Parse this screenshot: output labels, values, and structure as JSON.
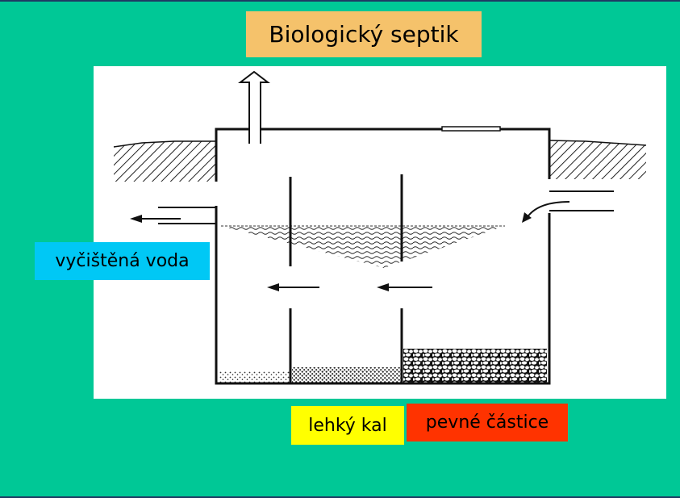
{
  "title": "Biologický septik",
  "labels": {
    "clean_water": "vyčištěná voda",
    "light_sludge": "lehký kal",
    "solid_particles": "pevné částice"
  },
  "colors": {
    "background": "#00c896",
    "title_bg": "#f5c26b",
    "clean_water_bg": "#00c8f5",
    "light_sludge_bg": "#ffff00",
    "solid_particles_bg": "#ff3300",
    "diagram_bg": "#ffffff",
    "border": "#1f3a63"
  }
}
